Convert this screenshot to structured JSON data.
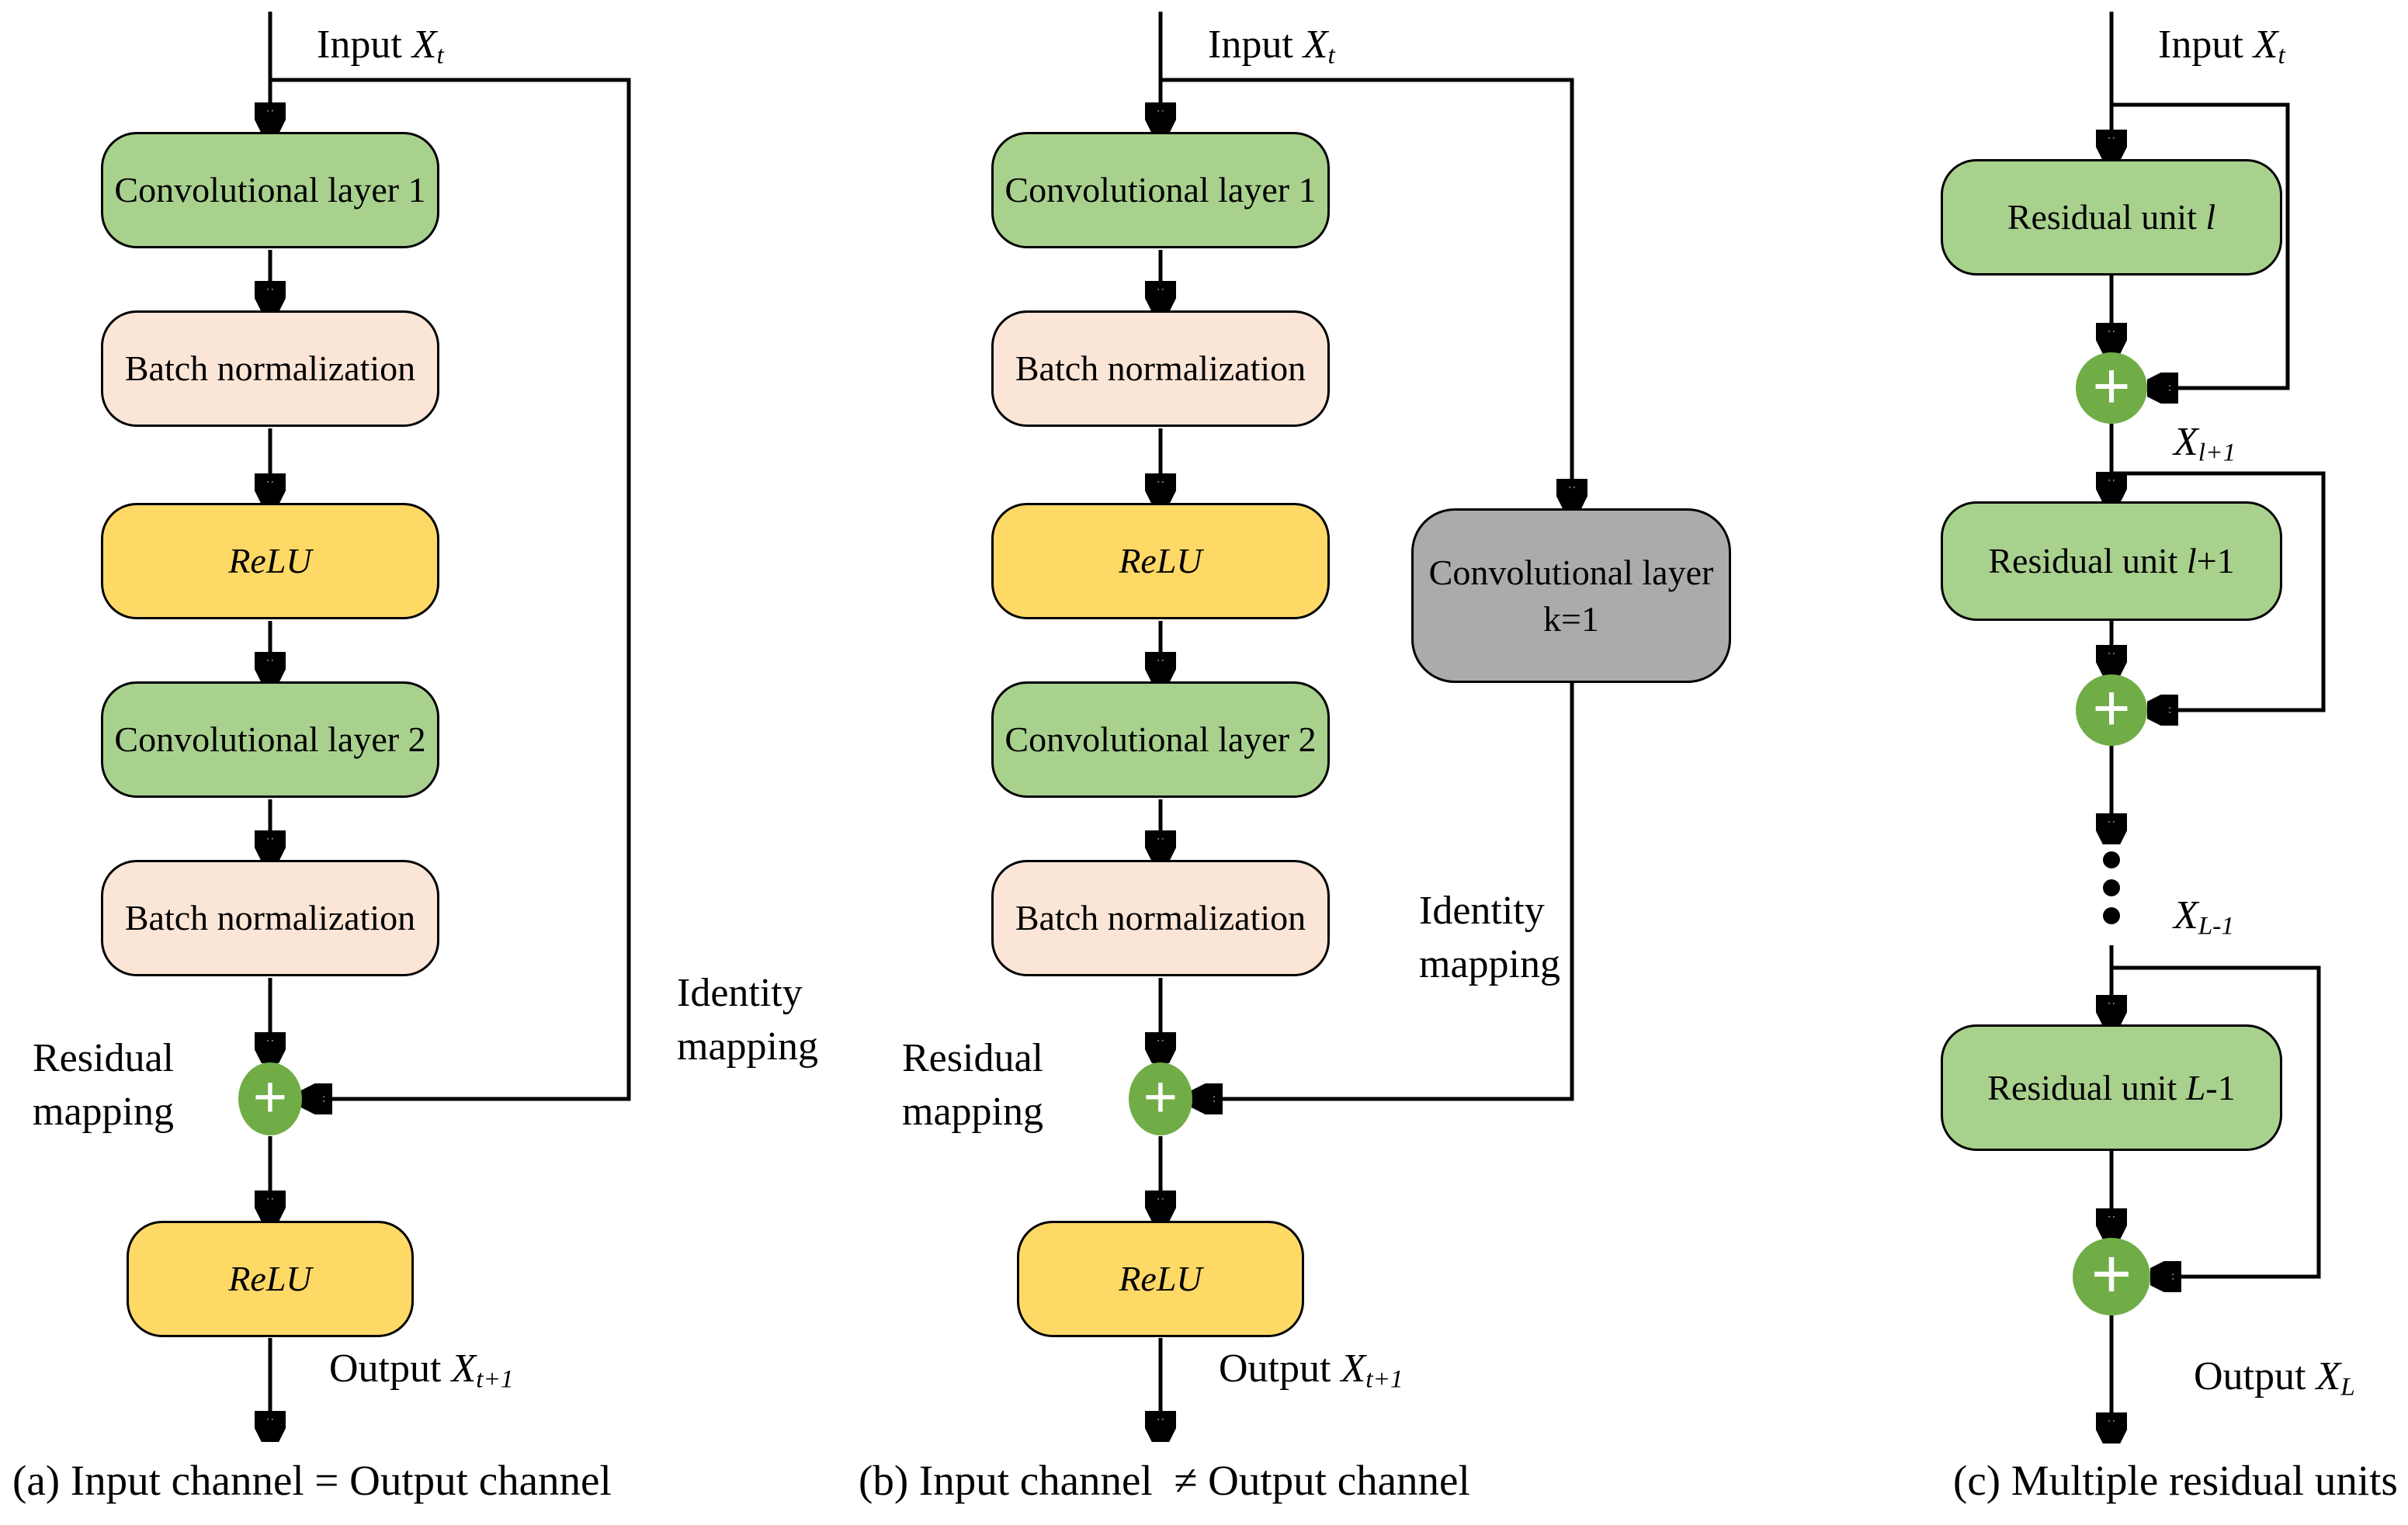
{
  "diagram": {
    "figure_type": "Residual unit structure diagram",
    "colors": {
      "background": "#FFFFFF",
      "green_box": "#A9D18E",
      "peach_box": "#FBE5D6",
      "yellow_box": "#FFD966",
      "gray_box": "#ABABAB",
      "plus_circle": "#70AD47",
      "line": "#000000",
      "text": "#000000"
    },
    "panels": [
      {
        "id": "a",
        "input_label": {
          "prefix": "Input ",
          "x": "X",
          "sub": "t"
        },
        "boxes": [
          {
            "label": "Convolutional layer 1",
            "color": "green"
          },
          {
            "label": "Batch normalization",
            "color": "peach"
          },
          {
            "label": "ReLU",
            "color": "yellow"
          },
          {
            "label": "Convolutional layer 2",
            "color": "green"
          },
          {
            "label": "Batch normalization",
            "color": "peach"
          },
          {
            "label": "ReLU",
            "color": "yellow"
          }
        ],
        "plus": "+",
        "residual_mapping": {
          "line1": "Residual",
          "line2": "mapping"
        },
        "identity_mapping": {
          "line1": "Identity",
          "line2": "mapping"
        },
        "output_label": {
          "prefix": "Output ",
          "x": "X",
          "sub": "t+1"
        },
        "caption": "(a) Input channel = Output channel"
      },
      {
        "id": "b",
        "input_label": {
          "prefix": "Input ",
          "x": "X",
          "sub": "t"
        },
        "boxes": [
          {
            "label": "Convolutional layer 1",
            "color": "green"
          },
          {
            "label": "Batch normalization",
            "color": "peach"
          },
          {
            "label": "ReLU",
            "color": "yellow"
          },
          {
            "label": "Convolutional layer 2",
            "color": "green"
          },
          {
            "label": "Batch normalization",
            "color": "peach"
          },
          {
            "label": "ReLU",
            "color": "yellow"
          }
        ],
        "conv_k1": {
          "line1": "Convolutional layer",
          "line2": "k=1"
        },
        "plus": "+",
        "residual_mapping": {
          "line1": "Residual",
          "line2": "mapping"
        },
        "identity_mapping": {
          "line1": "Identity",
          "line2": "mapping"
        },
        "output_label": {
          "prefix": "Output ",
          "x": "X",
          "sub": "t+1"
        },
        "caption": "(b) Input channel  ≠ Output channel"
      },
      {
        "id": "c",
        "input_label": {
          "prefix": "Input ",
          "x": "X",
          "sub": "t"
        },
        "units": [
          {
            "name": "Residual unit ",
            "index": "l",
            "suffix": ""
          },
          {
            "name": "Residual unit ",
            "index": "l",
            "suffix": "+1"
          },
          {
            "name": "Residual unit ",
            "index": "L",
            "suffix": "-1"
          }
        ],
        "plus": "+",
        "signal_labels": [
          {
            "x": "X",
            "sub": "l+1"
          },
          {
            "x": "X",
            "sub": "L-1"
          }
        ],
        "output_label": {
          "prefix": "Output ",
          "x": "X",
          "sub": "L"
        },
        "caption": "(c) Multiple residual units"
      }
    ]
  }
}
